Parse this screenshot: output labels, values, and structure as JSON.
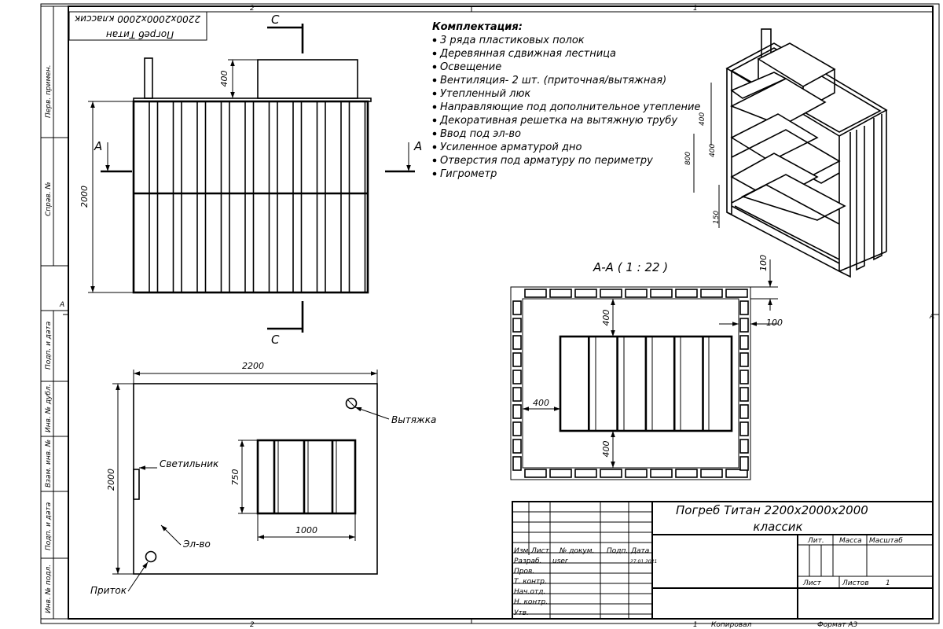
{
  "sheet": {
    "zone_top_left": "2",
    "zone_top_right": "1",
    "zone_bottom_left": "2",
    "zone_bottom_right": "1",
    "zone_side_left": "A",
    "zone_side_right": "A"
  },
  "side_stamp": {
    "perv_primen": "Перв. примен.",
    "sprav_no": "Справ. №",
    "podp_data_1": "Подп. и дата",
    "inv_dubl": "Инв. № дубл.",
    "vzam_inv": "Взам. инв. №",
    "podp_data_2": "Подп. и дата",
    "inv_podl": "Инв. № подл."
  },
  "rotated_title": {
    "line1": "Погреб Титан",
    "line2": "2200x2000x2000 классик"
  },
  "equipment": {
    "heading": "Комплектация:",
    "items": [
      "3 ряда пластиковых полок",
      "Деревянная сдвижная лестница",
      "Освещение",
      "Вентиляция- 2 шт. (приточная/вытяжная)",
      "Утепленный люк",
      "Направляющие под дополнительное утепление",
      "Декоративная решетка на вытяжную трубу",
      "Ввод под эл-во",
      "Усиленное арматурой дно",
      "Отверстия под арматуру  по периметру",
      "Гигрометр"
    ]
  },
  "front_view": {
    "cut_c": "C",
    "cut_a": "A",
    "dim_height": "2000",
    "dim_hatch": "400"
  },
  "plan_view": {
    "dim_width": "2200",
    "dim_depth": "2000",
    "dim_shelf_w": "1000",
    "dim_shelf_d": "750",
    "label_exhaust": "Вытяжка",
    "label_light": "Светильник",
    "label_power": "Эл-во",
    "label_inlet": "Приток"
  },
  "section_view": {
    "title": "А-А ( 1 : 22 )",
    "dim_top": "400",
    "dim_bottom": "400",
    "dim_left": "400",
    "dim_wall": "100",
    "dim_wall_top": "100"
  },
  "iso_view": {
    "dim_1": "400",
    "dim_2": "400",
    "dim_3": "800",
    "dim_4": "150"
  },
  "title_block": {
    "name_line1": "Погреб Титан 2200x2000x2000",
    "name_line2": "классик",
    "hdr_izm": "Изм",
    "hdr_list": "Лист",
    "hdr_doc": "№ докум.",
    "hdr_podp": "Подп.",
    "hdr_date": "Дата",
    "row_razrab": "Разраб.",
    "razrab_name": "user",
    "razrab_date": "27.01.2021",
    "row_prov": "Пров.",
    "row_tkontr": "Т. контр.",
    "row_nachotd": "Нач.отд.",
    "row_nkontr": "Н. контр.",
    "row_utv": "Утв.",
    "col_lit": "Лит.",
    "col_massa": "Масса",
    "col_masshtab": "Масштаб",
    "sheet_label": "Лист",
    "sheets_label": "Листов",
    "sheets_count": "1",
    "copied": "Копировал",
    "format": "Формат А3"
  }
}
